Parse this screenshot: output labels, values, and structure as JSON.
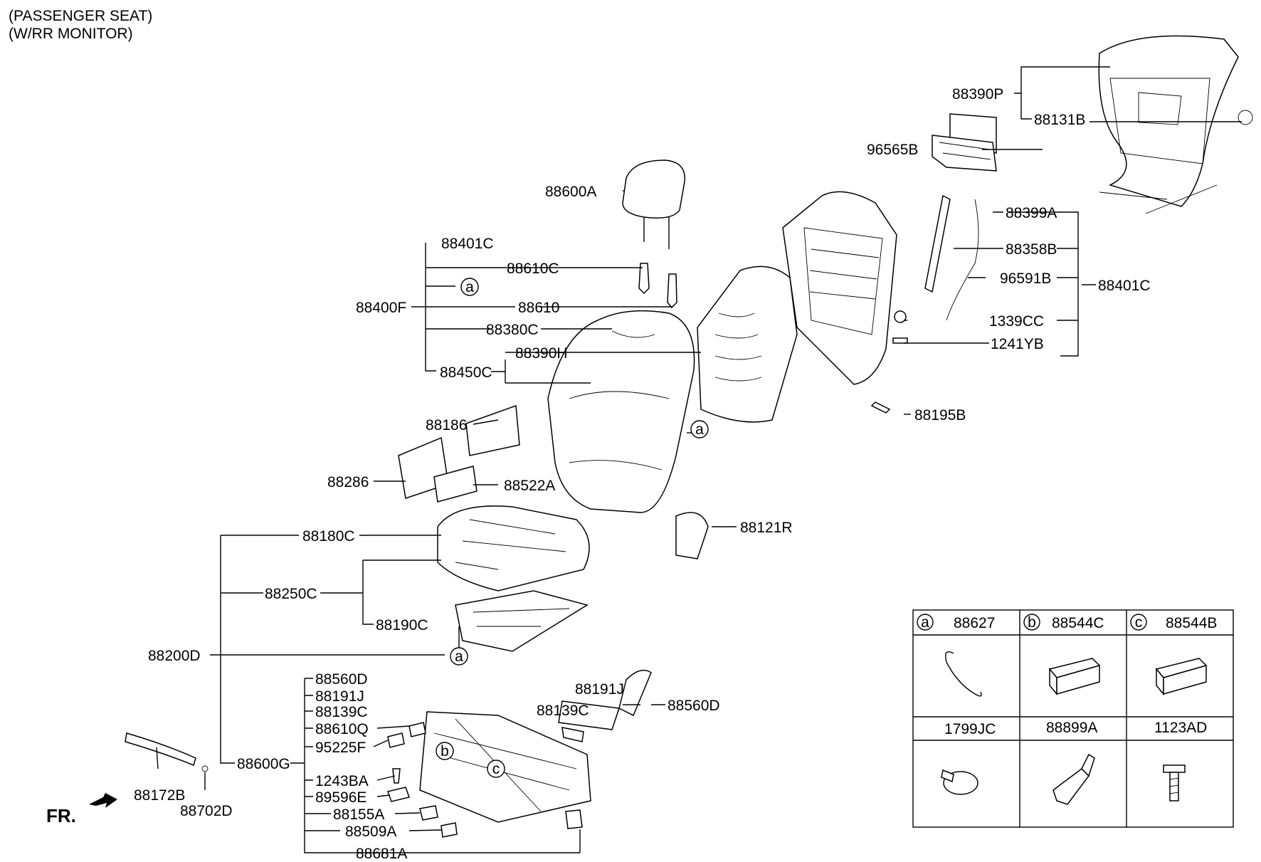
{
  "header": {
    "line1": "(PASSENGER SEAT)",
    "line2": "(W/RR MONITOR)"
  },
  "fr_label": "FR.",
  "callouts": {
    "p88390P": "88390P",
    "p88131B": "88131B",
    "p96565B": "96565B",
    "p88600A": "88600A",
    "p88399A": "88399A",
    "p88358B": "88358B",
    "p96591B": "96591B",
    "p88401C_r": "88401C",
    "p1339CC": "1339CC",
    "p1241YB": "1241YB",
    "p88195B": "88195B",
    "p88401C_l": "88401C",
    "p88610C": "88610C",
    "p88400F": "88400F",
    "p88610": "88610",
    "p88380C": "88380C",
    "p88390H": "88390H",
    "p88450C": "88450C",
    "p88186": "88186",
    "p88286": "88286",
    "p88522A": "88522A",
    "p88121R": "88121R",
    "p88180C": "88180C",
    "p88250C": "88250C",
    "p88190C": "88190C",
    "p88200D": "88200D",
    "p88560D_l": "88560D",
    "p88191J_l": "88191J",
    "p88139C_l": "88139C",
    "p88610Q": "88610Q",
    "p95225F": "95225F",
    "p88600G": "88600G",
    "p1243BA": "1243BA",
    "p89596E": "89596E",
    "p88155A": "88155A",
    "p88509A": "88509A",
    "p88681A": "88681A",
    "p88191J_r": "88191J",
    "p88139C_r": "88139C",
    "p88560D_r": "88560D",
    "p88172B": "88172B",
    "p88702D": "88702D"
  },
  "markers": {
    "a": "a",
    "b": "b",
    "c": "c"
  },
  "legend_table": {
    "row1": [
      {
        "letter": "a",
        "part": "88627"
      },
      {
        "letter": "b",
        "part": "88544C"
      },
      {
        "letter": "c",
        "part": "88544B"
      }
    ],
    "row2": [
      {
        "part": "1799JC"
      },
      {
        "part": "88899A"
      },
      {
        "part": "1123AD"
      }
    ]
  }
}
